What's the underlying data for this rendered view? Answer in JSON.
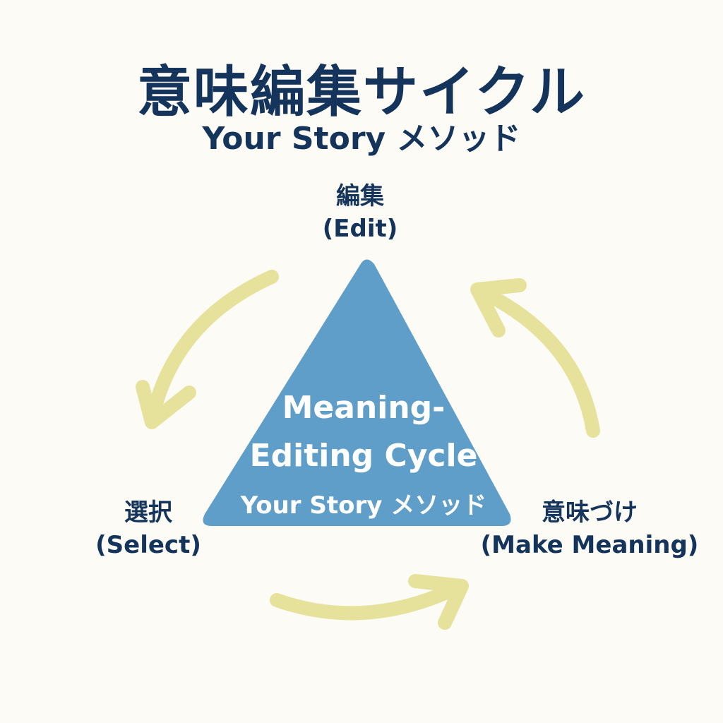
{
  "title": "意味編集サイクル",
  "subtitle": "Your Story メソッド",
  "nodes": {
    "edit": {
      "jp": "編集",
      "en": "(Edit)"
    },
    "select": {
      "jp": "選択",
      "en": "(Select)"
    },
    "make_meaning": {
      "jp": "意味づけ",
      "en": "(Make Meaning)"
    }
  },
  "center": {
    "line1": "Meaning-",
    "line2": "Editing Cycle",
    "line3": "Your Story メソッド"
  },
  "colors": {
    "text": "#15345c",
    "triangle": "#5f9ec8",
    "arrow": "#e6e29c",
    "background": "#fcfbf5"
  }
}
